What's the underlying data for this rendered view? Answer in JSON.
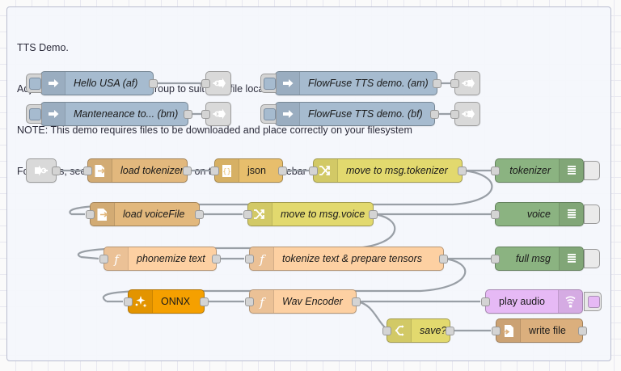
{
  "group": {
    "note_lines": [
      "TTS Demo.",
      "Adjust the ENV VARs on this group to suit your file locations and model selection",
      "NOTE: This demo requires files to be downloaded and place correctly on your filesystem",
      "For details, see the INFO for this group on the right hand sidebar"
    ]
  },
  "palette": {
    "inject": "#a6bbcf",
    "link": "#d9d9d9",
    "file_in": "#e2b87d",
    "json": "#e7be6c",
    "change": "#e2d96e",
    "switch": "#e2d96e",
    "function": "#fdd0a2",
    "link_out": "#8bb381",
    "onnx": "#f5a000",
    "play_audio": "#e6b9f5",
    "file_out": "#dbaf7d",
    "wire": "#999fa6",
    "grid": "#e8e8f0",
    "group_fill": "#f4f6fc",
    "group_border": "#b9bdd0"
  },
  "nodes": [
    {
      "id": "inject-af",
      "label": "Hello USA (af)",
      "type": "inject",
      "icon": "inject-arrow-icon"
    },
    {
      "id": "inject-am",
      "label": "FlowFuse TTS demo. (am)",
      "type": "inject",
      "icon": "inject-arrow-icon"
    },
    {
      "id": "inject-bm",
      "label": "Manteneance to... (bm)",
      "type": "inject",
      "icon": "inject-arrow-icon"
    },
    {
      "id": "inject-bf",
      "label": "FlowFuse TTS demo. (bf)",
      "type": "inject",
      "icon": "inject-arrow-icon"
    },
    {
      "id": "linkout-af",
      "label": "",
      "type": "link-out",
      "icon": "link-out-icon"
    },
    {
      "id": "linkout-am",
      "label": "",
      "type": "link-out",
      "icon": "link-out-icon"
    },
    {
      "id": "linkout-bm",
      "label": "",
      "type": "link-out",
      "icon": "link-out-icon"
    },
    {
      "id": "linkout-bf",
      "label": "",
      "type": "link-out",
      "icon": "link-out-icon"
    },
    {
      "id": "linkin-start",
      "label": "",
      "type": "link-in",
      "icon": "link-in-icon"
    },
    {
      "id": "load-tokenizer",
      "label": "load tokenizer",
      "type": "file-in",
      "icon": "file-in-icon"
    },
    {
      "id": "json",
      "label": "json",
      "type": "json",
      "icon": "json-braces-icon"
    },
    {
      "id": "move-tokenizer",
      "label": "move to msg.tokenizer",
      "type": "change",
      "icon": "change-shuffle-icon"
    },
    {
      "id": "link-tokenizer",
      "label": "tokenizer",
      "type": "link-out",
      "icon": "link-out-bars-icon"
    },
    {
      "id": "load-voicefile",
      "label": "load voiceFile",
      "type": "file-in",
      "icon": "file-in-icon"
    },
    {
      "id": "move-voice",
      "label": "move to msg.voice",
      "type": "change",
      "icon": "change-shuffle-icon"
    },
    {
      "id": "link-voice",
      "label": "voice",
      "type": "link-out",
      "icon": "link-out-bars-icon"
    },
    {
      "id": "phonemize",
      "label": "phonemize text",
      "type": "function",
      "icon": "function-fx-icon"
    },
    {
      "id": "tokenize",
      "label": "tokenize text & prepare tensors",
      "type": "function",
      "icon": "function-fx-icon"
    },
    {
      "id": "link-fullmsg",
      "label": "full msg",
      "type": "link-out",
      "icon": "link-out-bars-icon"
    },
    {
      "id": "onnx",
      "label": "ONNX",
      "type": "onnx",
      "icon": "sparkle-wand-icon"
    },
    {
      "id": "wav-encoder",
      "label": "Wav Encoder",
      "type": "function",
      "icon": "function-fx-icon"
    },
    {
      "id": "play-audio",
      "label": "play audio",
      "type": "play-audio",
      "icon": "speaker-waves-icon"
    },
    {
      "id": "save",
      "label": "save?",
      "type": "switch",
      "icon": "switch-branch-icon"
    },
    {
      "id": "write-file",
      "label": "write file",
      "type": "file-out",
      "icon": "file-out-icon"
    }
  ]
}
